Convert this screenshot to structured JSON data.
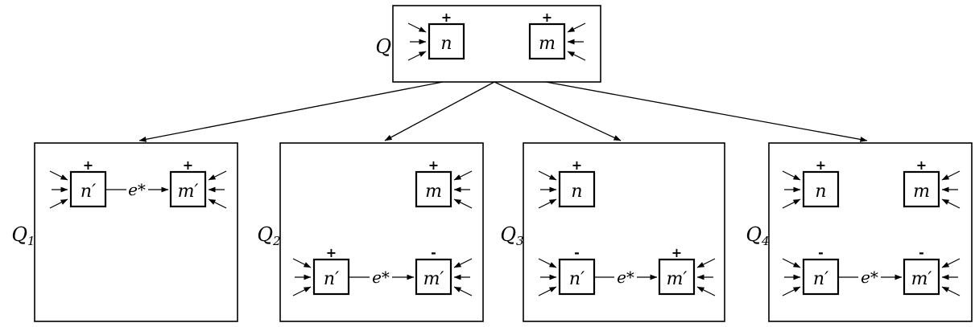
{
  "colors": {
    "ink": "#000000",
    "background": "#ffffff"
  },
  "diagram": {
    "root": {
      "label": "Q",
      "nodes": [
        {
          "id": "n",
          "label": "n",
          "sign": "+",
          "arrows_side": "left"
        },
        {
          "id": "m",
          "label": "m",
          "sign": "+",
          "arrows_side": "right"
        }
      ]
    },
    "fanout": {
      "from": "Q",
      "to": [
        "Q1",
        "Q2",
        "Q3",
        "Q4"
      ]
    },
    "children": [
      {
        "label": "Q",
        "sub": "1",
        "nodes": [
          {
            "id": "n-prime",
            "label": "n′",
            "sign": "+",
            "arrows_side": "left"
          },
          {
            "id": "m-prime",
            "label": "m′",
            "sign": "+",
            "arrows_side": "right"
          }
        ],
        "edge": {
          "label": "e*",
          "from": "n′",
          "to": "m′"
        }
      },
      {
        "label": "Q",
        "sub": "2",
        "nodes": [
          {
            "id": "m",
            "label": "m",
            "sign": "+",
            "arrows_side": "right"
          },
          {
            "id": "n-prime",
            "label": "n′",
            "sign": "+",
            "arrows_side": "left"
          },
          {
            "id": "m-prime",
            "label": "m′",
            "sign": "-",
            "arrows_side": "right"
          }
        ],
        "edge": {
          "label": "e*",
          "from": "n′",
          "to": "m′"
        }
      },
      {
        "label": "Q",
        "sub": "3",
        "nodes": [
          {
            "id": "n",
            "label": "n",
            "sign": "+",
            "arrows_side": "left"
          },
          {
            "id": "n-prime",
            "label": "n′",
            "sign": "-",
            "arrows_side": "left"
          },
          {
            "id": "m-prime",
            "label": "m′",
            "sign": "+",
            "arrows_side": "right"
          }
        ],
        "edge": {
          "label": "e*",
          "from": "n′",
          "to": "m′"
        }
      },
      {
        "label": "Q",
        "sub": "4",
        "nodes": [
          {
            "id": "n",
            "label": "n",
            "sign": "+",
            "arrows_side": "left"
          },
          {
            "id": "m",
            "label": "m",
            "sign": "+",
            "arrows_side": "right"
          },
          {
            "id": "n-prime",
            "label": "n′",
            "sign": "-",
            "arrows_side": "left"
          },
          {
            "id": "m-prime",
            "label": "m′",
            "sign": "-",
            "arrows_side": "right"
          }
        ],
        "edge": {
          "label": "e*",
          "from": "n′",
          "to": "m′"
        }
      }
    ]
  }
}
